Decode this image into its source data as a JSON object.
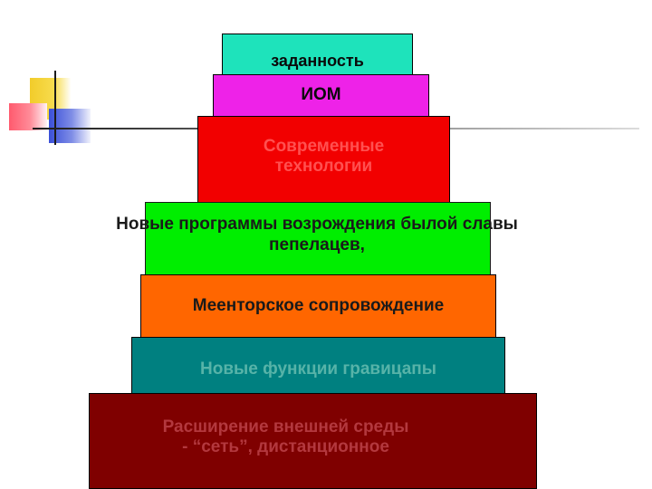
{
  "pyramid": {
    "levels": [
      {
        "text": "заданность",
        "color": "#1ee3bb"
      },
      {
        "text": "ИОМ",
        "color": "#ee22e8"
      },
      {
        "text": "Современные\nтехнологии",
        "color": "#f20000"
      },
      {
        "text": "Новые программы возрождения былой славы\nпепелацев,",
        "color": "#00ee00"
      },
      {
        "text": "Меенторское сопровождение",
        "color": "#ff6600"
      },
      {
        "text": "Новые функции гравицапы",
        "color": "#008080"
      },
      {
        "text": "Расширение внешней среды\n- “сеть”, дистанционное",
        "color": "#7f0000"
      }
    ]
  }
}
